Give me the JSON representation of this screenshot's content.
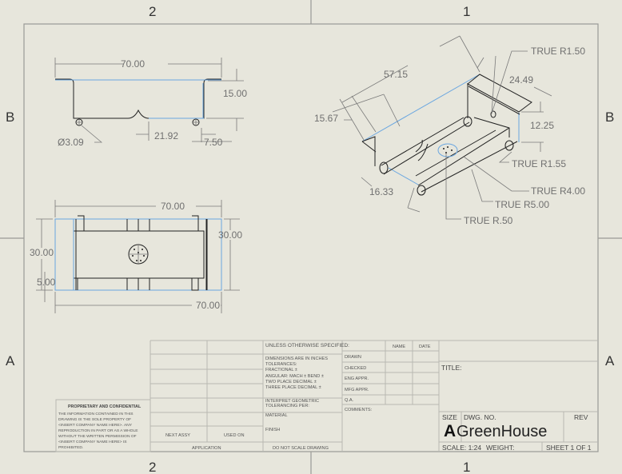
{
  "zones": {
    "top": [
      "2",
      "1"
    ],
    "bottom": [
      "2",
      "1"
    ],
    "left": [
      "B",
      "A"
    ],
    "right": [
      "B",
      "A"
    ]
  },
  "front_view": {
    "dims": [
      "70.00",
      "15.00",
      "21.92",
      "7.50",
      "Ø3.09"
    ]
  },
  "top_view": {
    "dims": [
      "70.00",
      "30.00",
      "30.00",
      "5.00",
      "70.00"
    ]
  },
  "iso_view": {
    "dims": [
      "57.15",
      "24.49",
      "15.67",
      "12.25",
      "16.33"
    ],
    "callouts": [
      "TRUE R1.50",
      "TRUE R1.55",
      "TRUE R4.00",
      "TRUE R5.00",
      "TRUE R.50"
    ]
  },
  "title_block": {
    "unless": "UNLESS OTHERWISE SPECIFIED:",
    "tolerances": [
      "DIMENSIONS ARE IN INCHES",
      "TOLERANCES:",
      "FRACTIONAL ±",
      "ANGULAR: MACH ±    BEND ±",
      "TWO PLACE DECIMAL    ±",
      "THREE PLACE DECIMAL  ±"
    ],
    "interpret": [
      "INTERPRET GEOMETRIC",
      "TOLERANCING PER:"
    ],
    "material": "MATERIAL",
    "finish": "FINISH",
    "next_assy": "NEXT ASSY",
    "used_on": "USED ON",
    "application": "APPLICATION",
    "do_not_scale": "DO NOT SCALE DRAWING",
    "name": "NAME",
    "date": "DATE",
    "rows": [
      "DRAWN",
      "CHECKED",
      "ENG APPR.",
      "MFG APPR.",
      "Q.A.",
      "COMMENTS:"
    ],
    "title_label": "TITLE:",
    "size_label": "SIZE",
    "dwg_no_label": "DWG. NO.",
    "rev_label": "REV",
    "size": "A",
    "dwg_no": "GreenHouse",
    "scale": "SCALE: 1:24",
    "weight": "WEIGHT:",
    "sheet": "SHEET 1 OF 1",
    "proprietary_title": "PROPRIETARY AND CONFIDENTIAL",
    "proprietary_text": [
      "THE INFORMATION CONTAINED IN THIS",
      "DRAWING IS THE SOLE PROPERTY OF",
      "<INSERT COMPANY NAME HERE>.  ANY",
      "REPRODUCTION IN PART OR AS A WHOLE",
      "WITHOUT THE WRITTEN PERMISSION OF",
      "<INSERT COMPANY NAME HERE> IS",
      "PROHIBITED."
    ]
  }
}
